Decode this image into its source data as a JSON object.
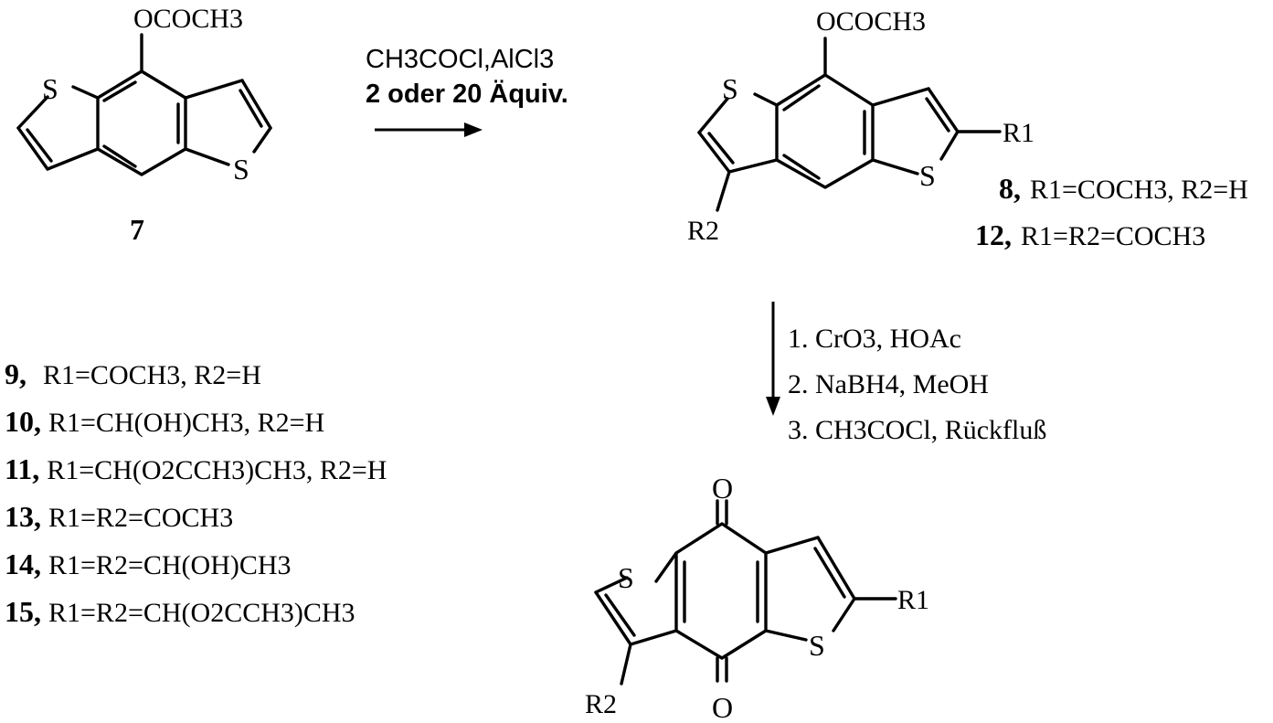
{
  "atoms": {
    "sulfur": "S",
    "oxygen": "O",
    "acetoxy": "OCOCH3",
    "r1": "R1",
    "r2": "R2"
  },
  "compound_7": {
    "number": "7"
  },
  "step1": {
    "reagent": "CH3COCl,AlCl3",
    "equivalents": "2 oder 20 Äquiv."
  },
  "products_8_12": {
    "items": [
      {
        "number": "8,",
        "definition": "R1=COCH3, R2=H"
      },
      {
        "number": "12,",
        "definition": "R1=R2=COCH3"
      }
    ]
  },
  "step2": {
    "items": [
      "1. CrO3, HOAc",
      "2. NaBH4, MeOH",
      "3. CH3COCl, Rückfluß"
    ]
  },
  "quinone_list": {
    "items": [
      {
        "number": "9,",
        "definition": "R1=COCH3, R2=H"
      },
      {
        "number": "10,",
        "definition": "R1=CH(OH)CH3, R2=H"
      },
      {
        "number": "11,",
        "definition": "R1=CH(O2CCH3)CH3, R2=H"
      },
      {
        "number": "13,",
        "definition": "R1=R2=COCH3"
      },
      {
        "number": "14,",
        "definition": "R1=R2=CH(OH)CH3"
      },
      {
        "number": "15,",
        "definition": "R1=R2=CH(O2CCH3)CH3"
      }
    ]
  }
}
